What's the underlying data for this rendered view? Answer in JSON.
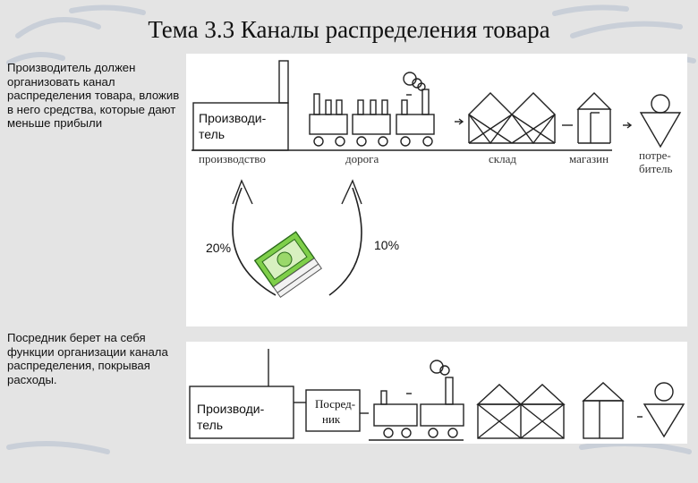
{
  "slide": {
    "title": "Тема 3.3 Каналы распределения товара",
    "text_top": "Производитель должен организовать канал распределения товара, вложив в него средства, которые дают меньше прибыли",
    "text_bottom": "Посредник берет на себя функции организации канала распределения, покрывая расходы."
  },
  "diagram_top": {
    "producer_label_1": "Производи-",
    "producer_label_2": "тель",
    "stage_labels": [
      "производство",
      "дорога",
      "склад",
      "магазин"
    ],
    "consumer_label_1": "потре-",
    "consumer_label_2": "битель",
    "percent_left": "20%",
    "percent_right": "10%"
  },
  "diagram_bottom": {
    "producer_label_1": "Производи-",
    "producer_label_2": "тель",
    "intermediary_label_1": "Посред-",
    "intermediary_label_2": "ник"
  }
}
